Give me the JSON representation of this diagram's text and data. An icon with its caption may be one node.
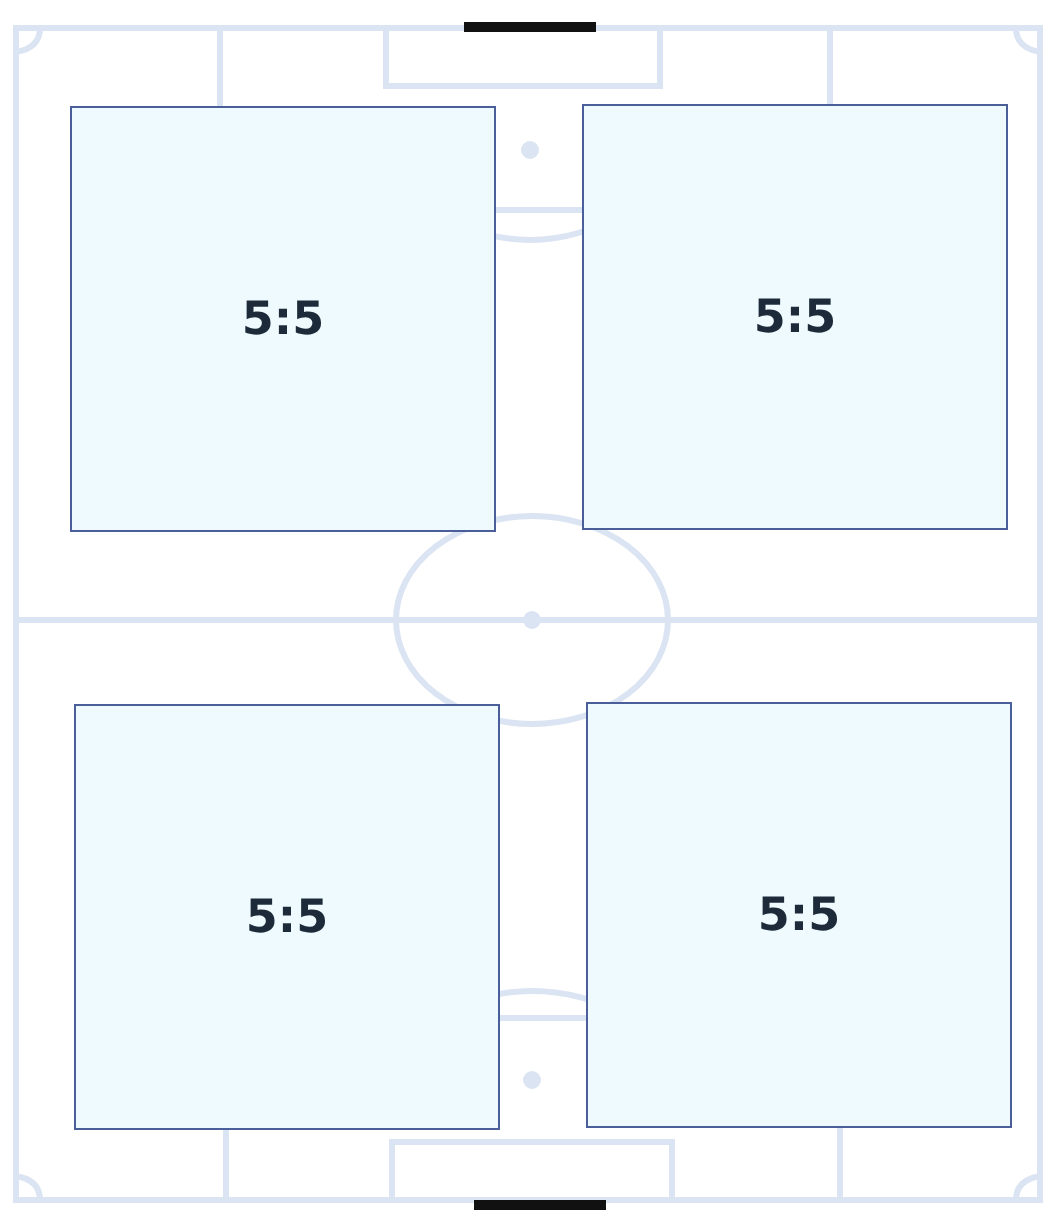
{
  "diagram": {
    "nodes": [
      {
        "text": [
          "5:5"
        ]
      },
      {
        "text": [
          "5:5"
        ]
      },
      {
        "text": [
          "5:5"
        ]
      },
      {
        "text": [
          "5:5"
        ]
      }
    ]
  }
}
